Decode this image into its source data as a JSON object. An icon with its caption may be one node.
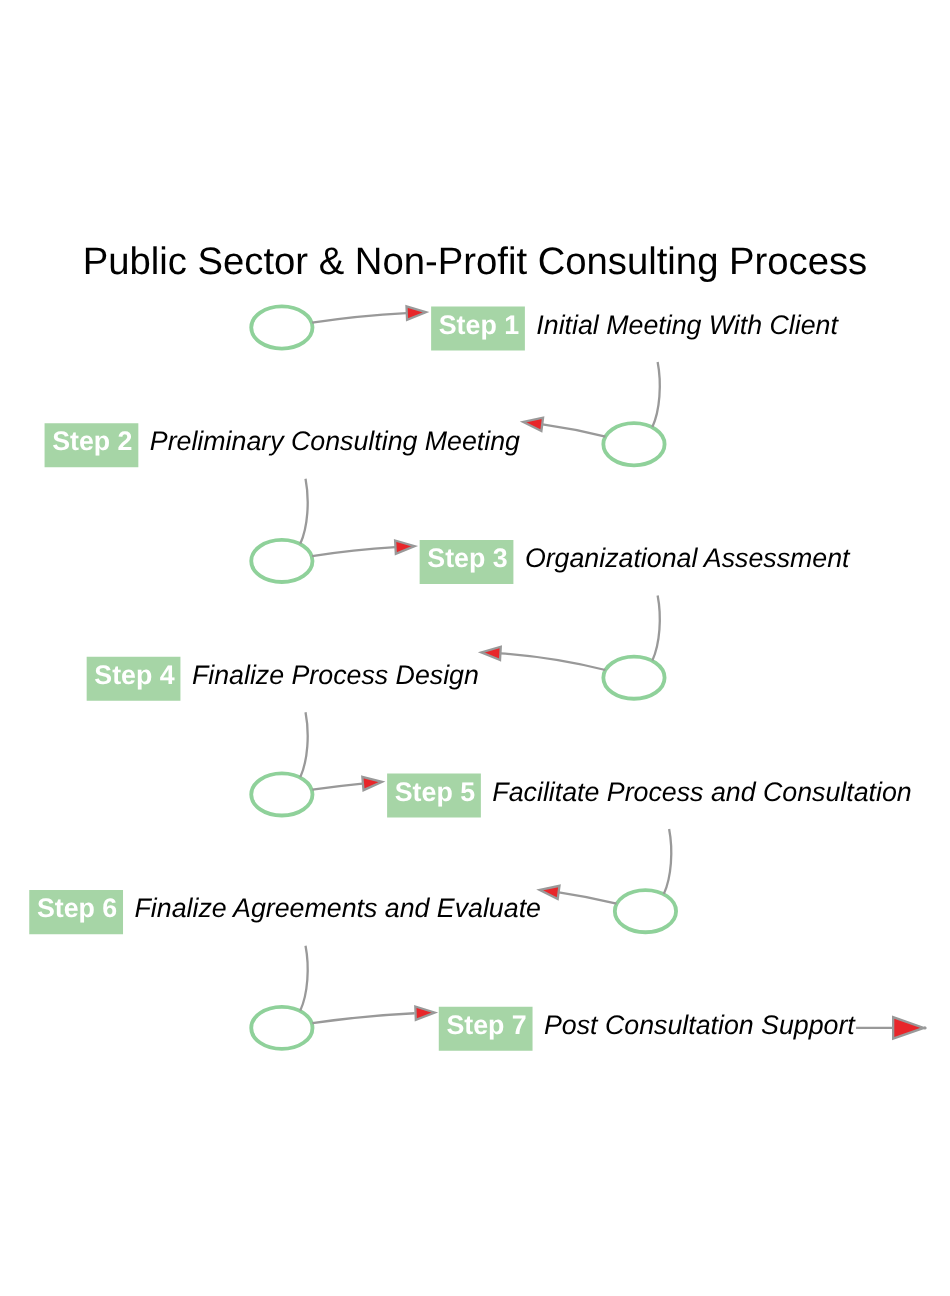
{
  "diagram": {
    "title": "Public Sector & Non-Profit Consulting Process",
    "nodes": [
      {
        "text": [],
        "shape": "footprints"
      },
      {
        "text": [
          "Step 1"
        ],
        "beside": [
          "Initial Meeting With Client"
        ]
      },
      {
        "text": [],
        "shape": "footprints"
      },
      {
        "text": [
          "Step 2"
        ],
        "beside": [
          "Preliminary Consulting Meeting"
        ]
      },
      {
        "text": [],
        "shape": "footprints"
      },
      {
        "text": [
          "Step 3"
        ],
        "beside": [
          "Organizational Assessment"
        ]
      },
      {
        "text": [],
        "shape": "footprints"
      },
      {
        "text": [
          "Step 4"
        ],
        "beside": [
          "Finalize Process Design"
        ]
      },
      {
        "text": [],
        "shape": "footprints"
      },
      {
        "text": [
          "Step 5"
        ],
        "beside": [
          "Facilitate Process and Consultation"
        ]
      },
      {
        "text": [],
        "shape": "footprints"
      },
      {
        "text": [
          "Step 6"
        ],
        "beside": [
          "Finalize Agreements and Evaluate"
        ]
      },
      {
        "text": [],
        "shape": "footprints"
      },
      {
        "text": [
          "Step 7"
        ],
        "beside": [
          "Post Consultation Support"
        ]
      }
    ],
    "edges": [
      {
        "from": 0,
        "to": 1,
        "arrow": "to"
      },
      {
        "from": 1,
        "to": 2,
        "arrow": "none"
      },
      {
        "from": 2,
        "to": 3,
        "arrow": "to"
      },
      {
        "from": 3,
        "to": 4,
        "arrow": "none"
      },
      {
        "from": 4,
        "to": 5,
        "arrow": "to"
      },
      {
        "from": 5,
        "to": 6,
        "arrow": "none"
      },
      {
        "from": 6,
        "to": 7,
        "arrow": "to"
      },
      {
        "from": 7,
        "to": 8,
        "arrow": "none"
      },
      {
        "from": 8,
        "to": 9,
        "arrow": "to"
      },
      {
        "from": 9,
        "to": 10,
        "arrow": "none"
      },
      {
        "from": 10,
        "to": 11,
        "arrow": "to"
      },
      {
        "from": 11,
        "to": 12,
        "arrow": "none"
      },
      {
        "from": 12,
        "to": 13,
        "arrow": "to"
      },
      {
        "from": 13,
        "to": null,
        "arrow": "to"
      }
    ]
  }
}
